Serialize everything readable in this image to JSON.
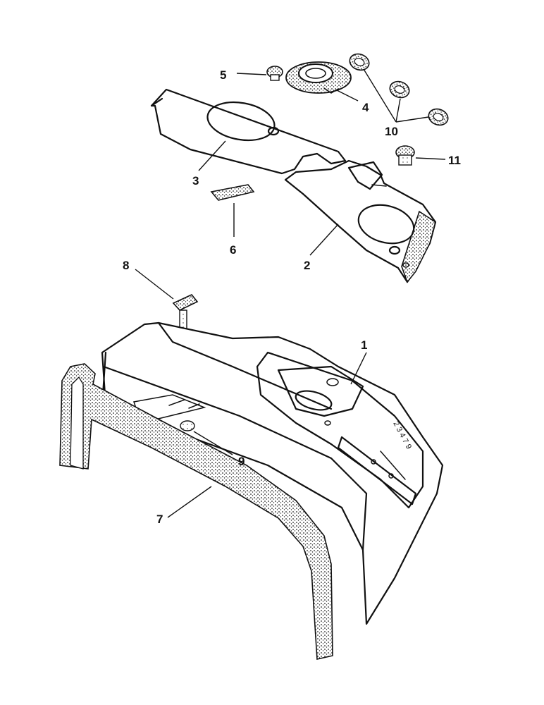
{
  "callouts": {
    "c1": "1",
    "c2": "2",
    "c3": "3",
    "c4": "4",
    "c5": "5",
    "c6": "6",
    "c7": "7",
    "c8": "8",
    "c9": "9",
    "c10": "10",
    "c11": "11"
  },
  "drawing_code": "2 3 4 7 9",
  "colors": {
    "ink": "#111111",
    "paper": "#ffffff",
    "stipple": "#222222"
  }
}
